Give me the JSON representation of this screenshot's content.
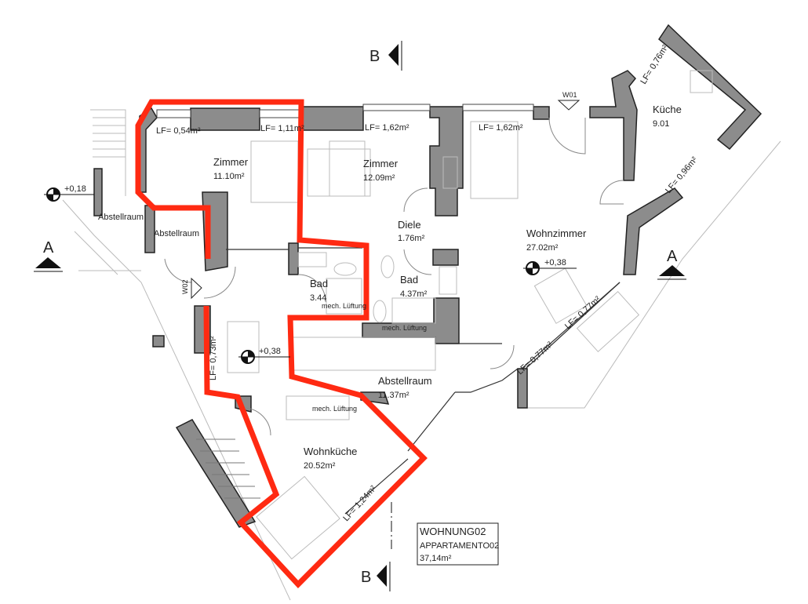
{
  "plan": {
    "rooms": [
      {
        "name": "Zimmer",
        "area": "11.10m²"
      },
      {
        "name": "Zimmer",
        "area": "12.09m²"
      },
      {
        "name": "Diele",
        "area": "1.76m²"
      },
      {
        "name": "Bad",
        "area": "3.44"
      },
      {
        "name": "Bad",
        "area": "4.37m²"
      },
      {
        "name": "Abstellraum",
        "area": ""
      },
      {
        "name": "Abstellraum",
        "area": ""
      },
      {
        "name": "Abstellraum",
        "area": "11.37m²"
      },
      {
        "name": "Wohnküche",
        "area": "20.52m²"
      },
      {
        "name": "Wohnzimmer",
        "area": "27.02m²"
      },
      {
        "name": "Küche",
        "area": "9.01"
      }
    ],
    "window_areas": [
      "LF= 0,54m²",
      "LF= 1,11m²",
      "LF= 1,62m²",
      "LF= 1,62m²",
      "LF= 0,76m²",
      "LF= 0,96m²",
      "LF= 0,77m²",
      "LF= 0,77m²",
      "LF= 0,73m²",
      "LF= 1,24m²"
    ],
    "ventilation": [
      "mech. Lüftung",
      "mech. Lüftung",
      "mech. Lüftung"
    ],
    "levels": [
      "+0,18",
      "+0,38",
      "+0,38"
    ],
    "entrances": [
      "W01",
      "W02"
    ],
    "section_markers": [
      "A",
      "A",
      "B",
      "B"
    ],
    "highlight_color": "#ff2a12",
    "wall_color": "#8c8c8c"
  },
  "info_box": {
    "unit": "WOHNUNG02",
    "unit_it": "APPARTAMENTO02",
    "area": "37,14m²"
  }
}
